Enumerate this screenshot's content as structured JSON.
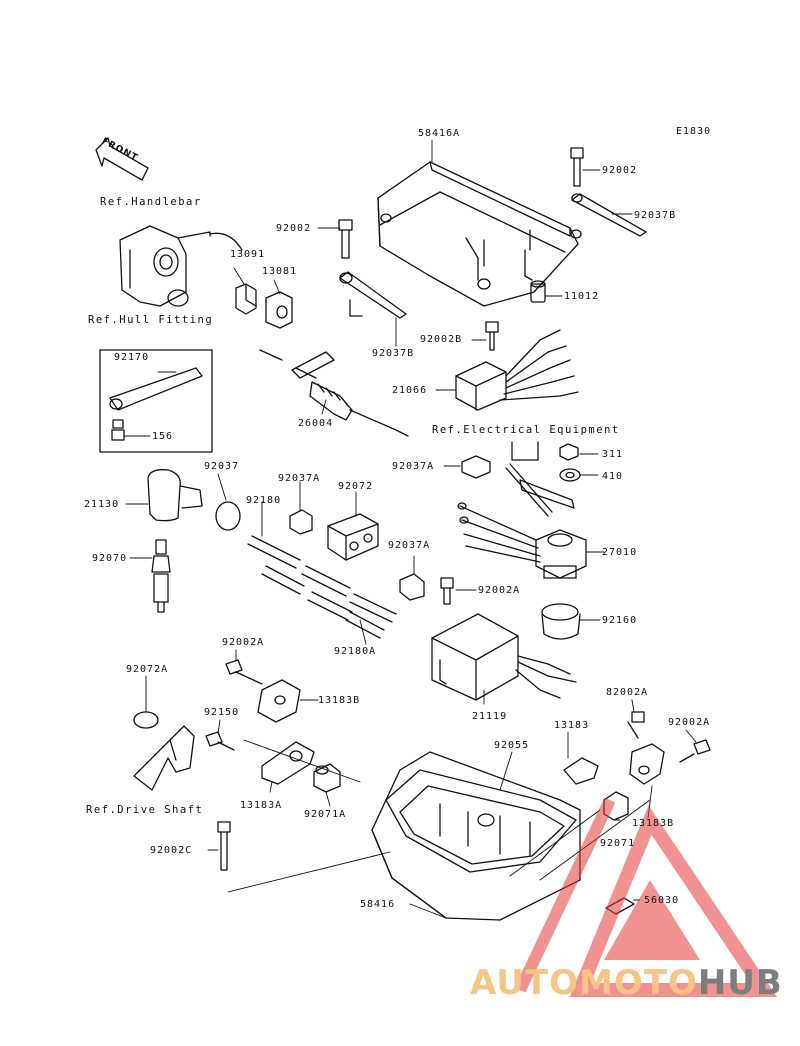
{
  "code": "E1830",
  "front_label": "FRONT",
  "refs": {
    "handlebar": "Ref.Handlebar",
    "hull_fitting": "Ref.Hull Fitting",
    "electrical_equipment": "Ref.Electrical Equipment",
    "drive_shaft": "Ref.Drive Shaft"
  },
  "parts": {
    "p58416A": "58416A",
    "p92002_top": "92002",
    "p92037B_top": "92037B",
    "p92002_mid": "92002",
    "p92037B_mid": "92037B",
    "p11012": "11012",
    "p13091": "13091",
    "p13081": "13081",
    "p92002B": "92002B",
    "p21066": "21066",
    "p92170": "92170",
    "p156": "156",
    "p26004": "26004",
    "p311": "311",
    "p410": "410",
    "p92037A_a": "92037A",
    "p92037": "92037",
    "p92037A_b": "92037A",
    "p92072": "92072",
    "p21130": "21130",
    "p92180": "92180",
    "p27010": "27010",
    "p92037A_c": "92037A",
    "p92070": "92070",
    "p92002A_a": "92002A",
    "p92160": "92160",
    "p92180A": "92180A",
    "p92002A_b": "92002A",
    "p92072A": "92072A",
    "p13183B_a": "13183B",
    "p82002A": "82002A",
    "p21119": "21119",
    "p13183": "13183",
    "p92002A_c": "92002A",
    "p92150": "92150",
    "p92055": "92055",
    "p13183A": "13183A",
    "p92071A": "92071A",
    "p92071": "92071",
    "p13183B_b": "13183B",
    "p92002C": "92002C",
    "p56030": "56030",
    "p58416": "58416"
  },
  "watermark": {
    "part1": "AUTOMOTO",
    "part2": "HUB"
  },
  "colors": {
    "watermark_red": "#e43a3a",
    "watermark_orange": "#f7c486",
    "watermark_gray": "#7d7d7d"
  }
}
